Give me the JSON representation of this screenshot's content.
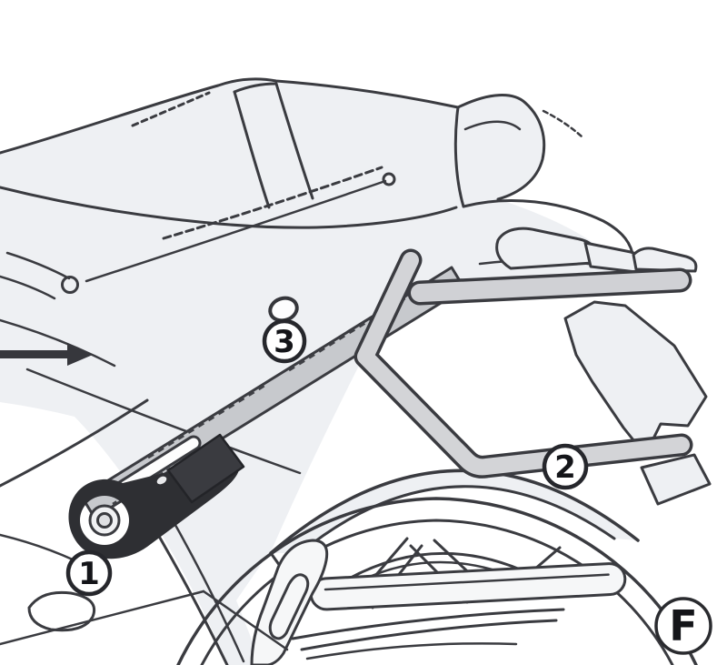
{
  "figure": {
    "type": "technical-illustration",
    "subject": "motorcycle rear section with side-case rack mounting kit, left side view",
    "frame_label": "F",
    "callouts": [
      {
        "label": "1",
        "part": "mounting-bracket"
      },
      {
        "label": "2",
        "part": "lower-rack-tube"
      },
      {
        "label": "3",
        "part": "rack-stay-arm"
      }
    ],
    "annotations": {
      "direction_arrow": "right-pointing-arrow"
    },
    "colors": {
      "background": "#ffffff",
      "outline": "#3a3b40",
      "body_fill": "#eef0f3",
      "metal_strip_fill": "#c7c9cd",
      "metal_tube_fill": "#d3d4d7",
      "dark_bracket_fill": "#2e2f33",
      "callout_fill": "#ffffff",
      "callout_stroke": "#26272c",
      "callout_text": "#141519"
    }
  }
}
